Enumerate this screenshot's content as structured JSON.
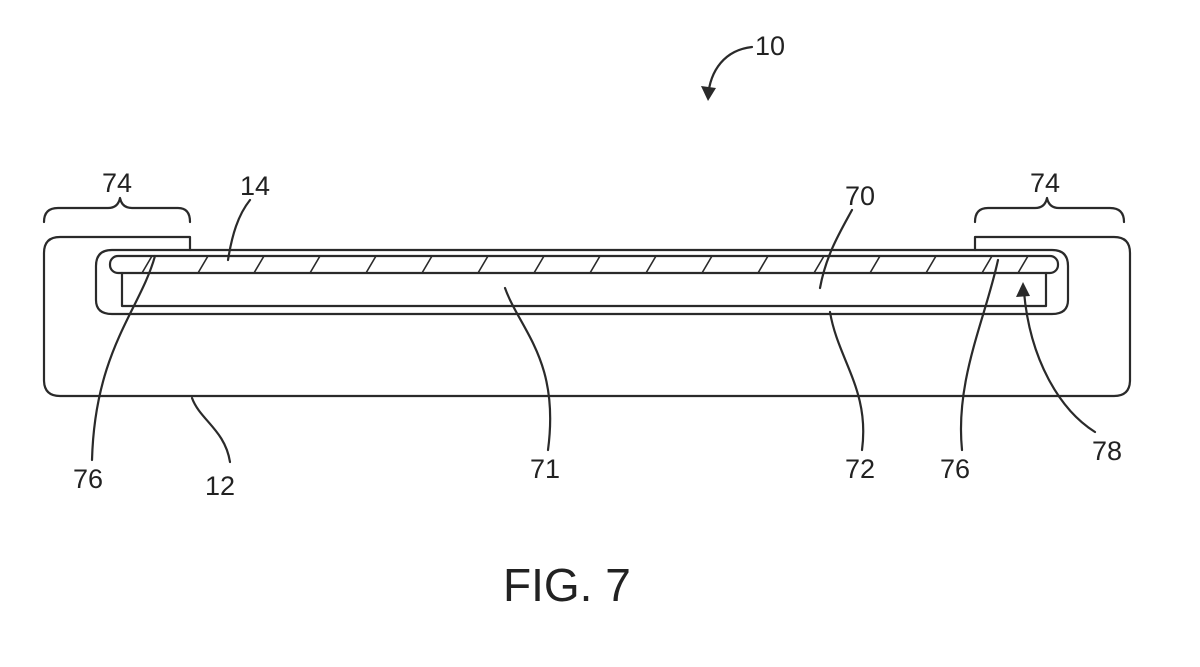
{
  "figure": {
    "caption": "FIG. 7",
    "labels": {
      "device": "10",
      "housing": "12",
      "cover_layer": "14",
      "display": "70",
      "display_layer": "71",
      "backing": "72",
      "left_bracket": "74",
      "right_bracket": "74",
      "left_edge": "76",
      "right_edge": "76",
      "gap": "78"
    }
  }
}
